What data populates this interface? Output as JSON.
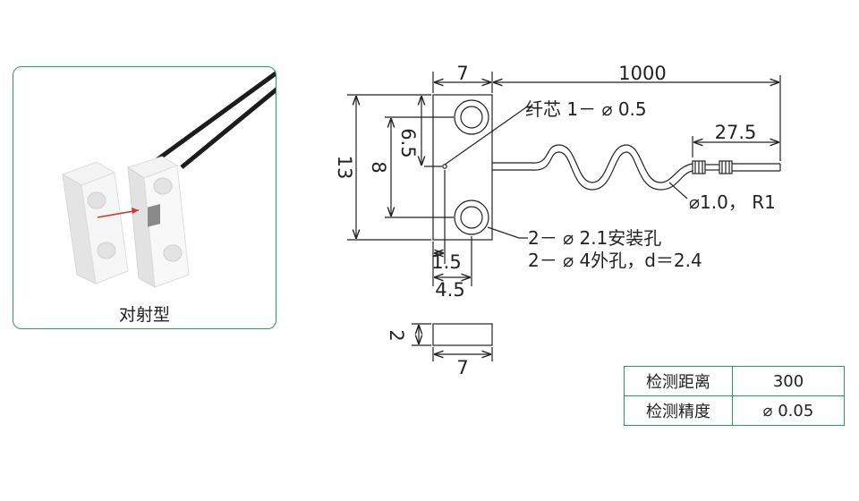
{
  "photo": {
    "caption": "对射型"
  },
  "dimensions": {
    "width_top": "7",
    "cable_length": "1000",
    "height_13": "13",
    "pitch_8": "8",
    "offset_6_5": "6.5",
    "offset_1_5": "1.5",
    "offset_4_5": "4.5",
    "thickness": "2",
    "width_bottom": "7",
    "tip_length": "27.5"
  },
  "annotations": {
    "core": "纤芯 1－ ⌀ 0.5",
    "bend": "⌀1.0， R1",
    "mount_hole": "2－ ⌀ 2.1安装孔",
    "outer_hole": "2－ ⌀ 4外孔，d＝2.4"
  },
  "spec_table": {
    "rows": [
      {
        "label": "检测距离",
        "value": "300"
      },
      {
        "label": "检测精度",
        "value": "⌀ 0.05"
      }
    ]
  }
}
